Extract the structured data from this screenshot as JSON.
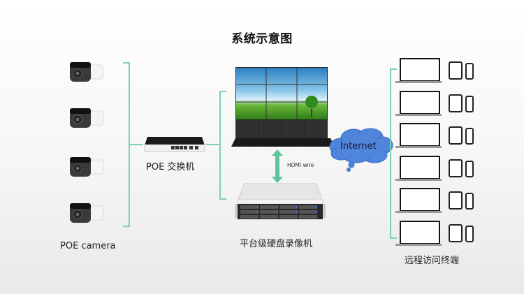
{
  "title": "系统示意图",
  "nodes": {
    "cameras": {
      "label": "POE camera",
      "count": 4
    },
    "switch": {
      "label": "POE 交换机"
    },
    "video_wall": {
      "label": ""
    },
    "nvr": {
      "label": "平台级硬盘录像机"
    },
    "link": {
      "label": "HDMI wire"
    },
    "internet": {
      "label": "Internet"
    },
    "terminals": {
      "label": "远程访问终端",
      "count": 6
    }
  },
  "colors": {
    "connector": "#7fcfb2",
    "arrow": "#5ec49a",
    "cloud": "#4f86dc",
    "cloud_border": "#3a6fc4"
  },
  "icons": [
    "camera-icon",
    "switch-icon",
    "video-wall-icon",
    "nvr-server-icon",
    "cloud-icon",
    "laptop-icon",
    "tablet-icon",
    "phone-icon",
    "double-arrow-icon"
  ]
}
